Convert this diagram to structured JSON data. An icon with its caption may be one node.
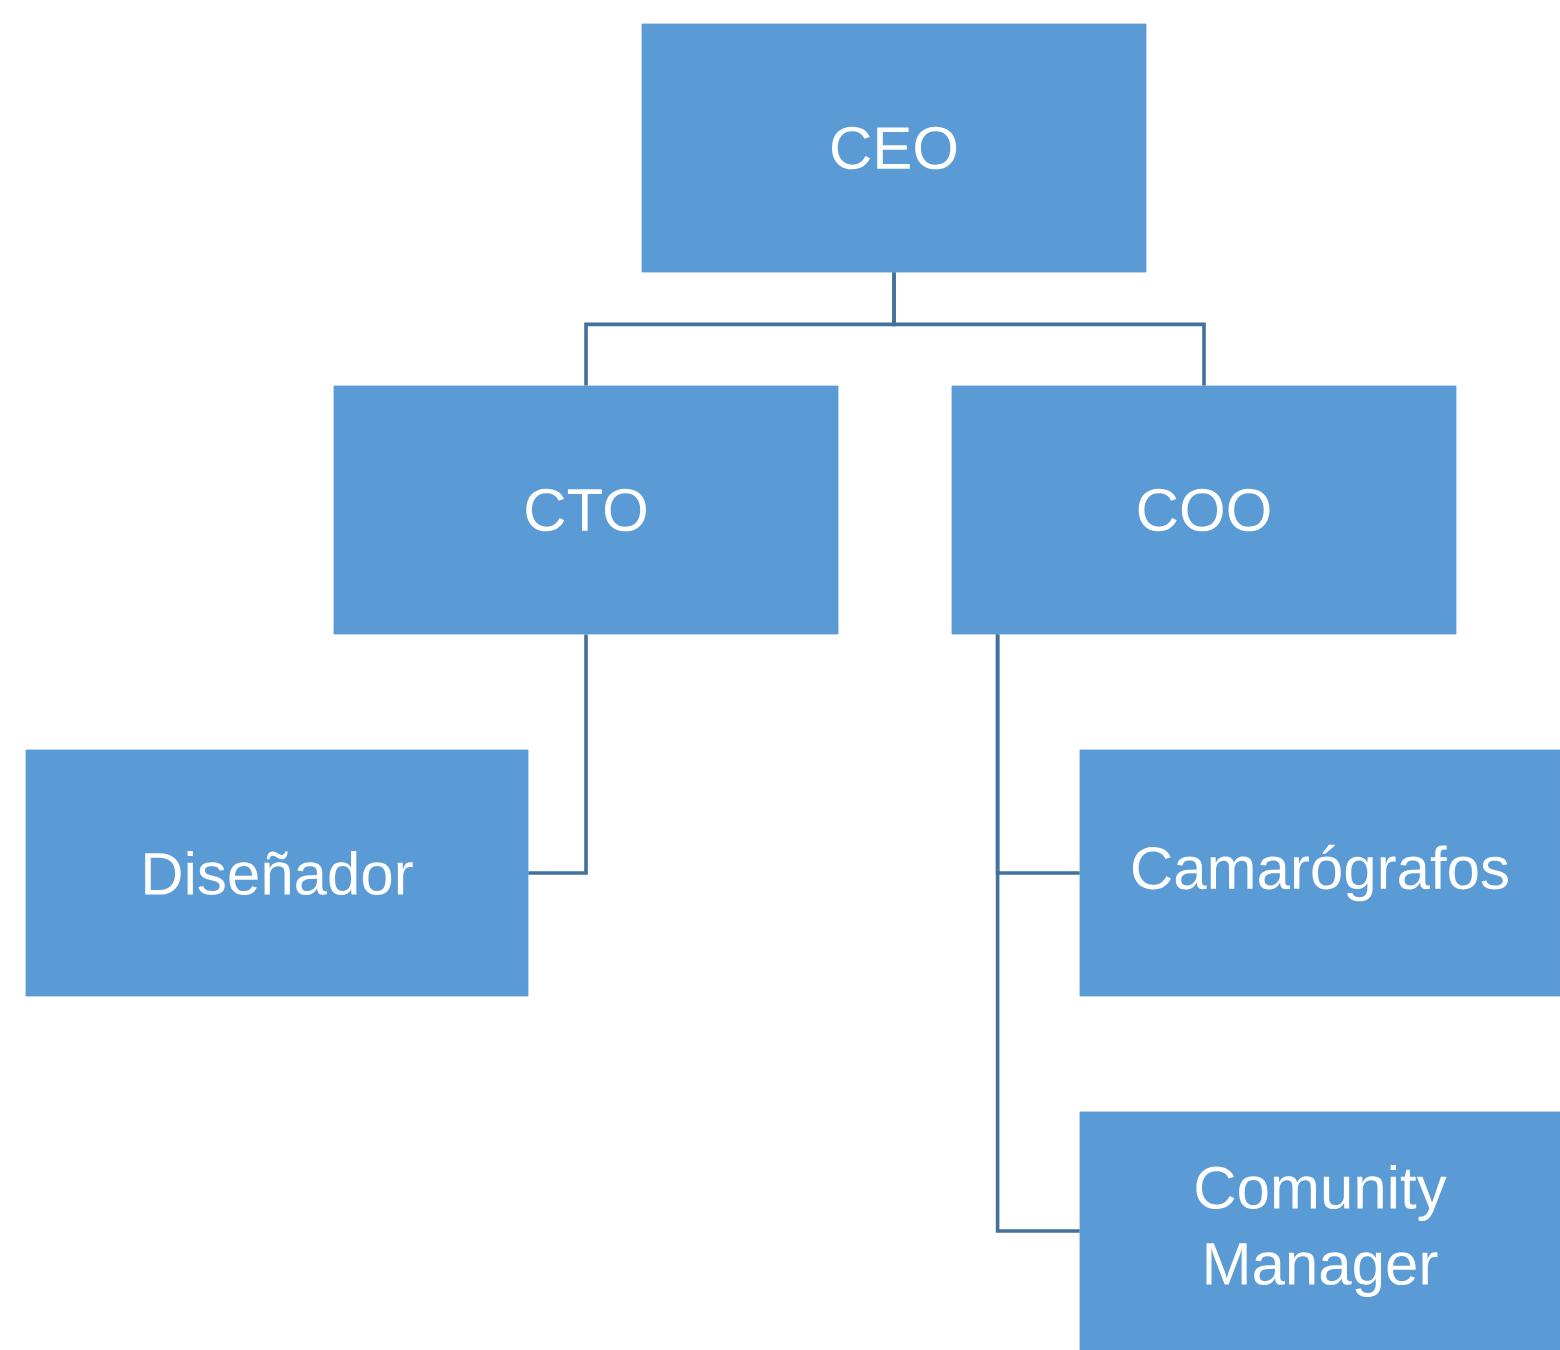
{
  "diagram": {
    "nodes": [
      {
        "text": [
          "CEO"
        ]
      },
      {
        "text": [
          "CTO"
        ]
      },
      {
        "text": [
          "COO"
        ]
      },
      {
        "text": [
          "Diseñador"
        ]
      },
      {
        "text": [
          "Camarógrafos"
        ]
      },
      {
        "text": [
          "Comunity Manager"
        ]
      }
    ],
    "edges": [
      {
        "from": 0,
        "to": 1,
        "arrow": "none"
      },
      {
        "from": 0,
        "to": 2,
        "arrow": "none"
      },
      {
        "from": 1,
        "to": 3,
        "arrow": "none"
      },
      {
        "from": 2,
        "to": 4,
        "arrow": "none"
      },
      {
        "from": 2,
        "to": 5,
        "arrow": "none"
      }
    ]
  }
}
